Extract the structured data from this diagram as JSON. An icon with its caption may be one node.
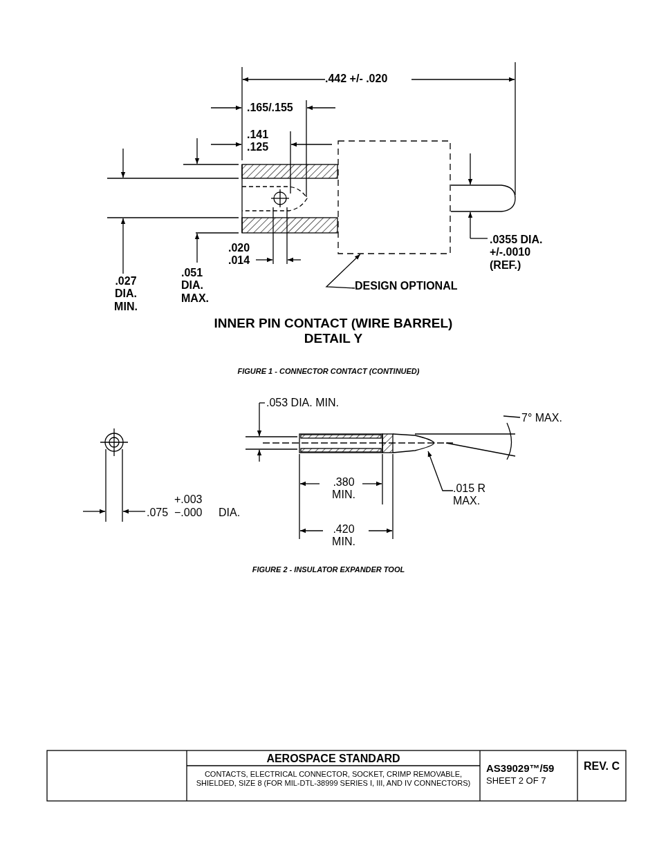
{
  "diagram": {
    "nodes": [
      {
        "text": [
          "DESIGN OPTIONAL"
        ]
      },
      {
        "text": [],
        "shape": "box"
      },
      {
        "text": [
          ".015 R MAX."
        ]
      }
    ],
    "edges": [
      {
        "from": 0,
        "to": 1,
        "arrow": "to"
      },
      {
        "from": 2,
        "to": null,
        "arrow": "to"
      }
    ],
    "labels": [
      ".442 +/- .020",
      ".165/.155",
      ".141 .125",
      ".020 .014",
      ".051 DIA. MAX.",
      ".027 DIA. MIN.",
      ".0355 DIA. +/-.0010 (REF.)",
      "INNER PIN CONTACT (WIRE BARREL) DETAIL Y",
      "FIGURE 1 - CONNECTOR CONTACT (CONTINUED)",
      ".053 DIA. MIN.",
      "7° MAX.",
      ".075",
      "+.003",
      "−.000",
      "DIA.",
      ".380 MIN.",
      ".420 MIN.",
      "FIGURE 2 - INSULATOR EXPANDER TOOL",
      "AEROSPACE STANDARD",
      "CONTACTS, ELECTRICAL CONNECTOR, SOCKET, CRIMP REMOVABLE, SHIELDED, SIZE 8 (FOR MIL-DTL-38999 SERIES I, III, AND IV CONNECTORS)",
      "AS39029™/59",
      "SHEET 2 OF 7",
      "REV. C"
    ]
  }
}
